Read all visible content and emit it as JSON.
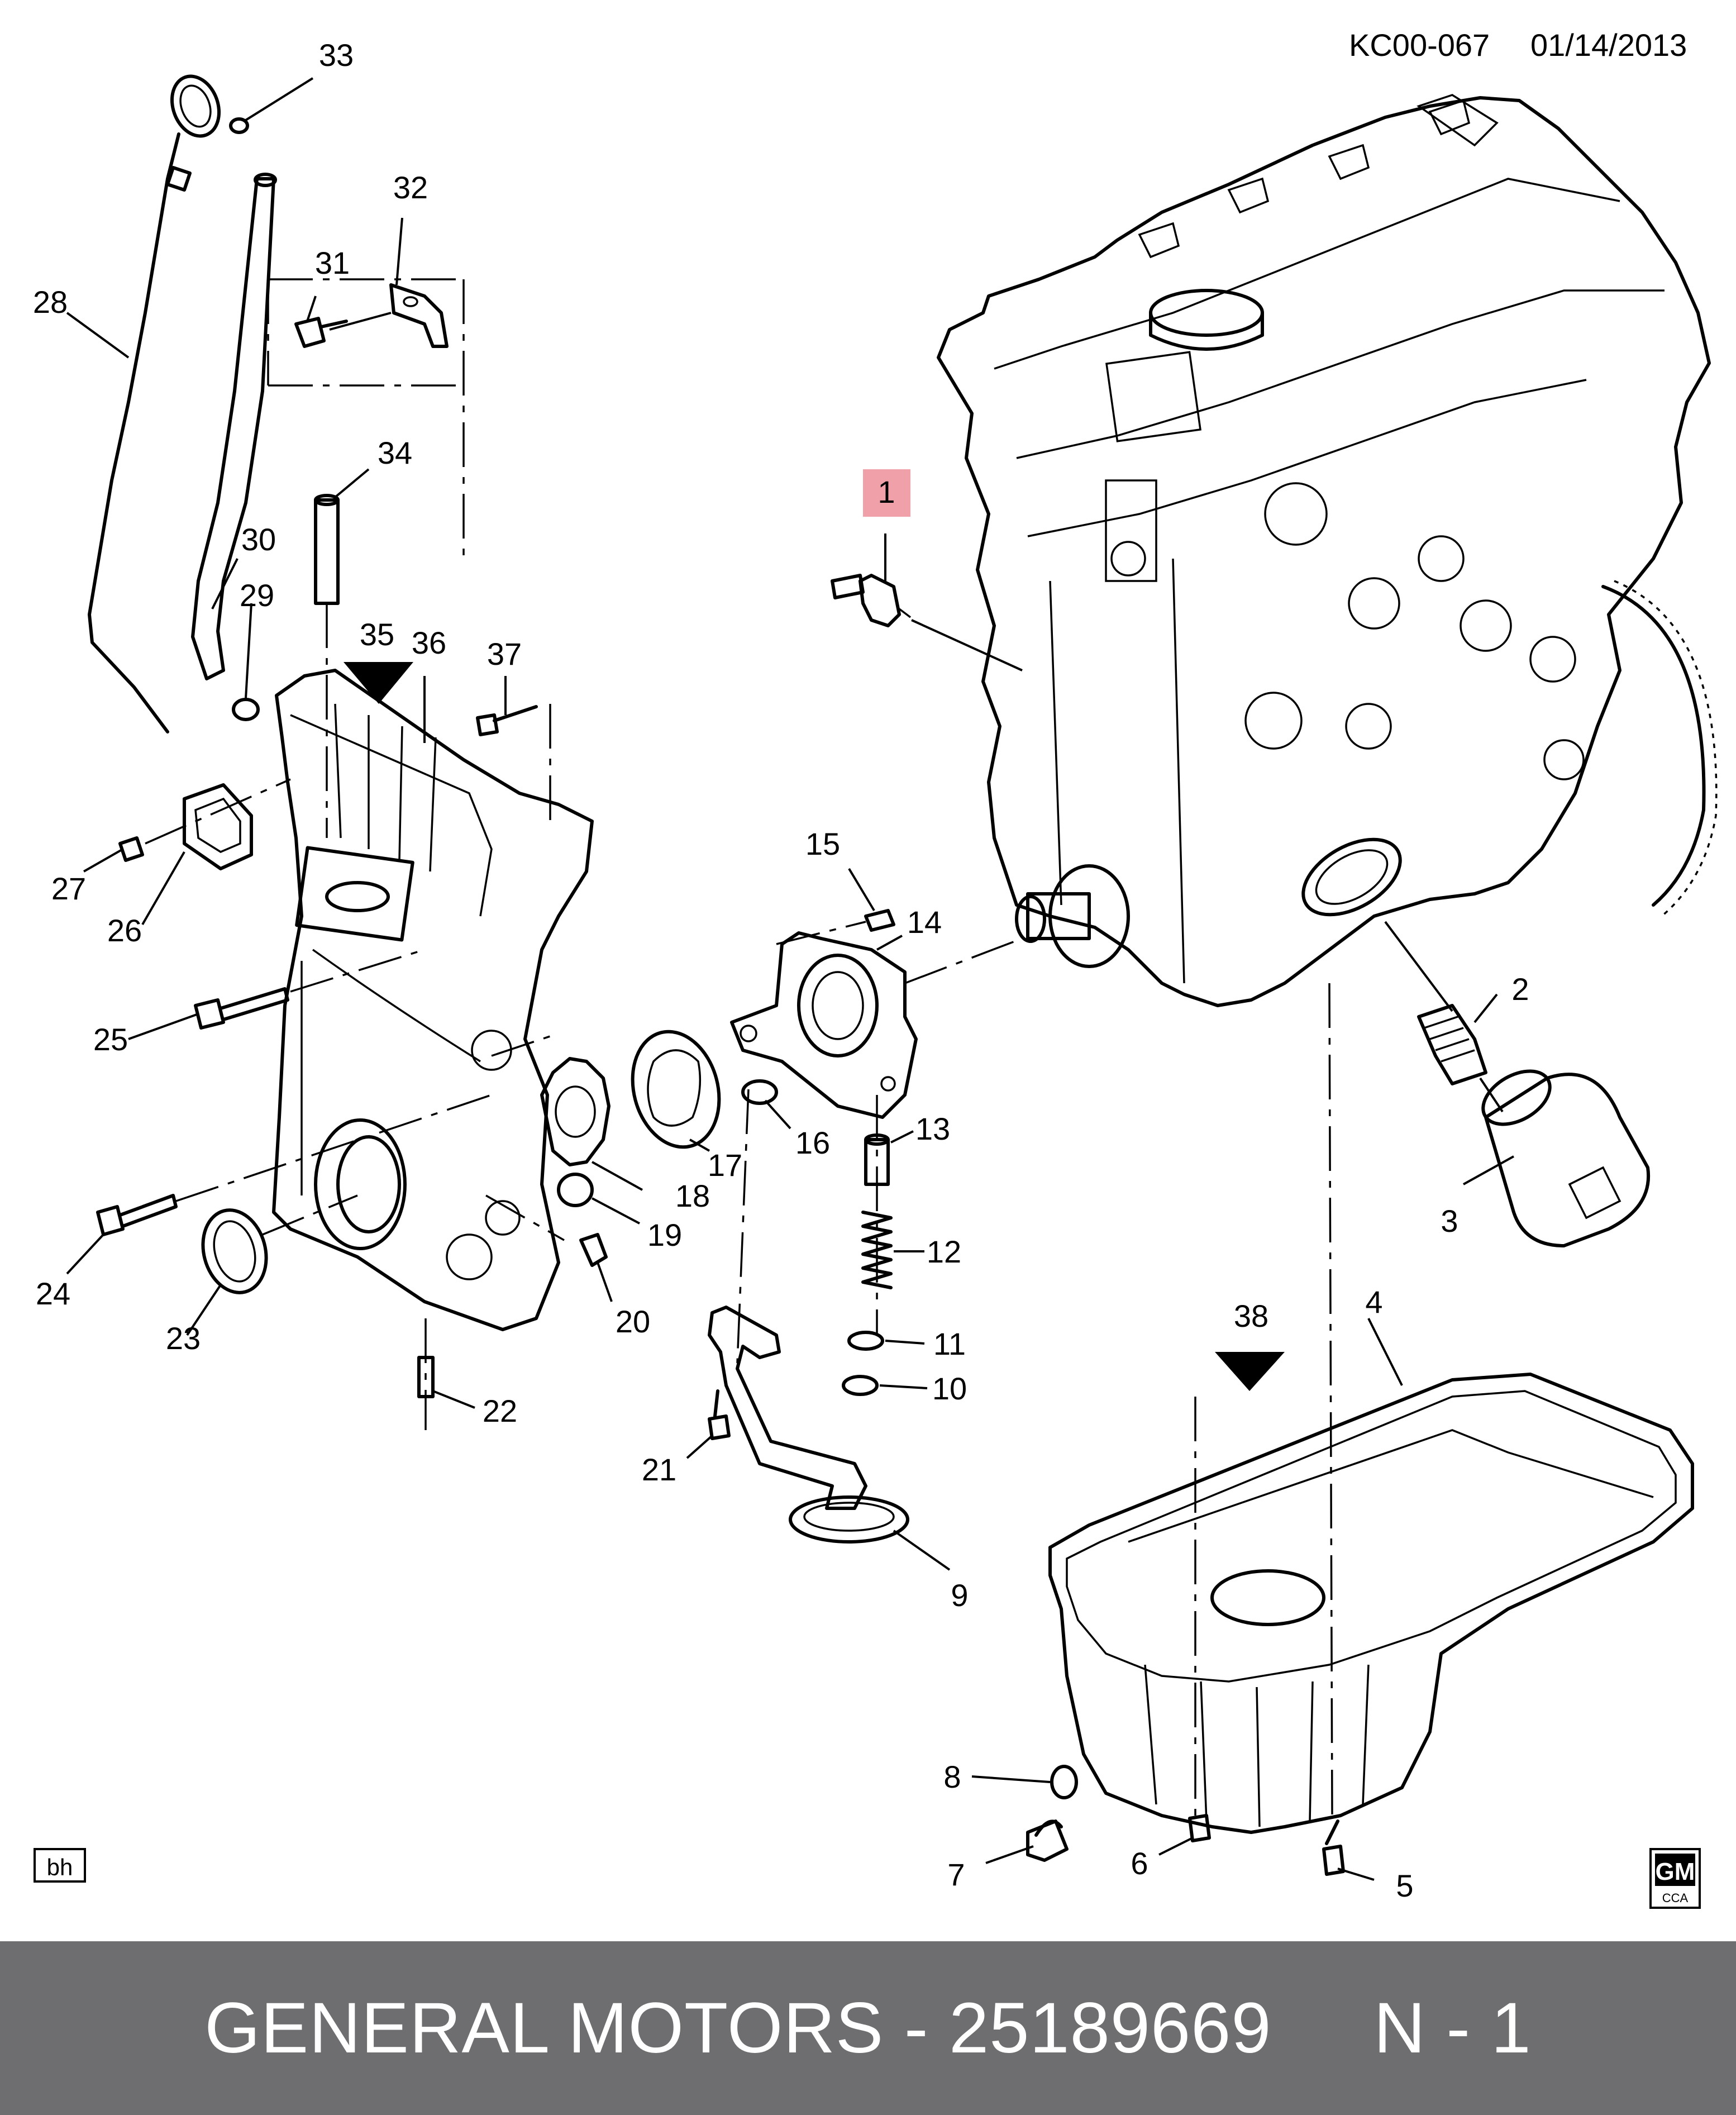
{
  "header": {
    "code": "KC00-067",
    "date": "01/14/2013"
  },
  "highlight_color": "#f0a0a8",
  "footer": {
    "text": "GENERAL MOTORS - 25189669     N - 1",
    "background": "#6e6e70"
  },
  "badges": {
    "artist": "bh",
    "logo_main": "GM",
    "logo_sub": "CCA"
  },
  "callouts": [
    {
      "id": "c1",
      "text": "1",
      "highlight": true
    },
    {
      "id": "c2",
      "text": "2"
    },
    {
      "id": "c3",
      "text": "3"
    },
    {
      "id": "c4",
      "text": "4"
    },
    {
      "id": "c5",
      "text": "5"
    },
    {
      "id": "c6",
      "text": "6"
    },
    {
      "id": "c7",
      "text": "7"
    },
    {
      "id": "c8",
      "text": "8"
    },
    {
      "id": "c9",
      "text": "9"
    },
    {
      "id": "c10",
      "text": "10"
    },
    {
      "id": "c11",
      "text": "11"
    },
    {
      "id": "c12",
      "text": "12"
    },
    {
      "id": "c13",
      "text": "13"
    },
    {
      "id": "c14",
      "text": "14"
    },
    {
      "id": "c15",
      "text": "15"
    },
    {
      "id": "c16",
      "text": "16"
    },
    {
      "id": "c17",
      "text": "17"
    },
    {
      "id": "c18",
      "text": "18"
    },
    {
      "id": "c19",
      "text": "19"
    },
    {
      "id": "c20",
      "text": "20"
    },
    {
      "id": "c21",
      "text": "21"
    },
    {
      "id": "c22",
      "text": "22"
    },
    {
      "id": "c23",
      "text": "23"
    },
    {
      "id": "c24",
      "text": "24"
    },
    {
      "id": "c25",
      "text": "25"
    },
    {
      "id": "c26",
      "text": "26"
    },
    {
      "id": "c27",
      "text": "27"
    },
    {
      "id": "c28",
      "text": "28"
    },
    {
      "id": "c29",
      "text": "29"
    },
    {
      "id": "c30",
      "text": "30"
    },
    {
      "id": "c31",
      "text": "31"
    },
    {
      "id": "c32",
      "text": "32"
    },
    {
      "id": "c33",
      "text": "33"
    },
    {
      "id": "c34",
      "text": "34"
    },
    {
      "id": "c35",
      "text": "35"
    },
    {
      "id": "c36",
      "text": "36"
    },
    {
      "id": "c37",
      "text": "37"
    },
    {
      "id": "c38",
      "text": "38"
    }
  ]
}
